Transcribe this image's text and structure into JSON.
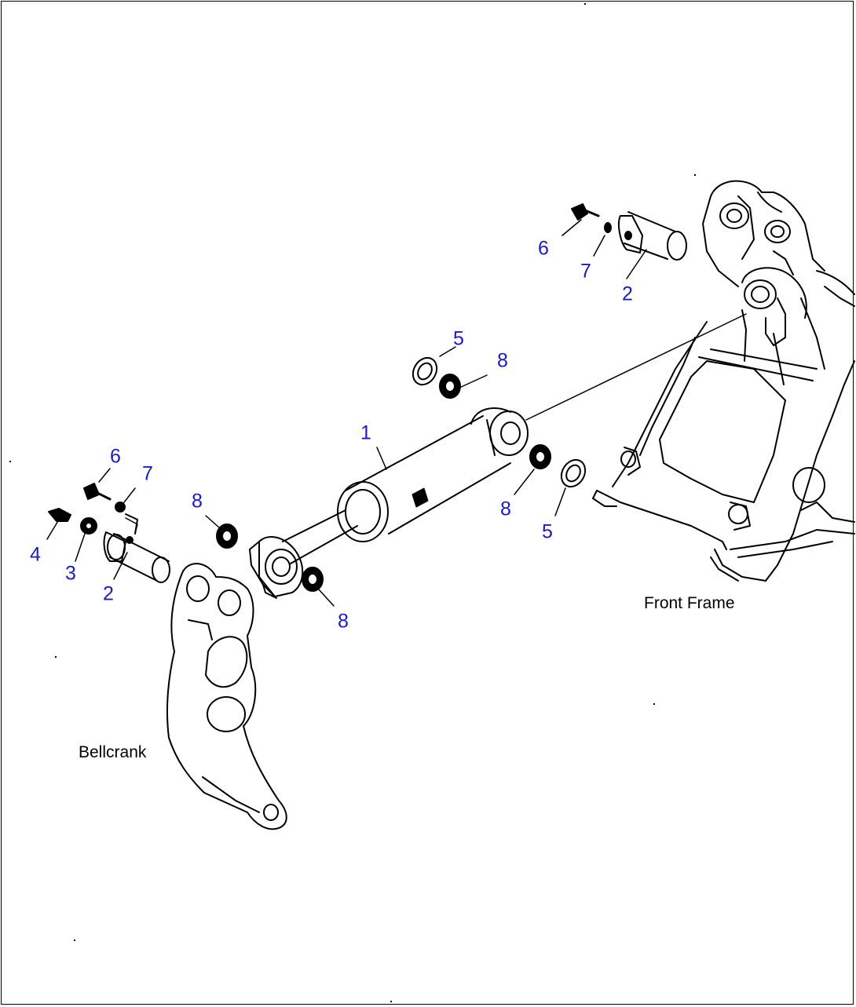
{
  "callouts": [
    {
      "id": "c-1",
      "num": "1"
    },
    {
      "id": "c-2a",
      "num": "2"
    },
    {
      "id": "c-2b",
      "num": "2"
    },
    {
      "id": "c-3",
      "num": "3"
    },
    {
      "id": "c-4",
      "num": "4"
    },
    {
      "id": "c-5a",
      "num": "5"
    },
    {
      "id": "c-5b",
      "num": "5"
    },
    {
      "id": "c-6a",
      "num": "6"
    },
    {
      "id": "c-6b",
      "num": "6"
    },
    {
      "id": "c-7a",
      "num": "7"
    },
    {
      "id": "c-7b",
      "num": "7"
    },
    {
      "id": "c-8a",
      "num": "8"
    },
    {
      "id": "c-8b",
      "num": "8"
    },
    {
      "id": "c-8c",
      "num": "8"
    },
    {
      "id": "c-8d",
      "num": "8"
    }
  ],
  "labels": {
    "front_frame": "Front Frame",
    "bellcrank": "Bellcrank"
  },
  "colors": {
    "callout": "#1a1acc",
    "line": "#000000"
  }
}
